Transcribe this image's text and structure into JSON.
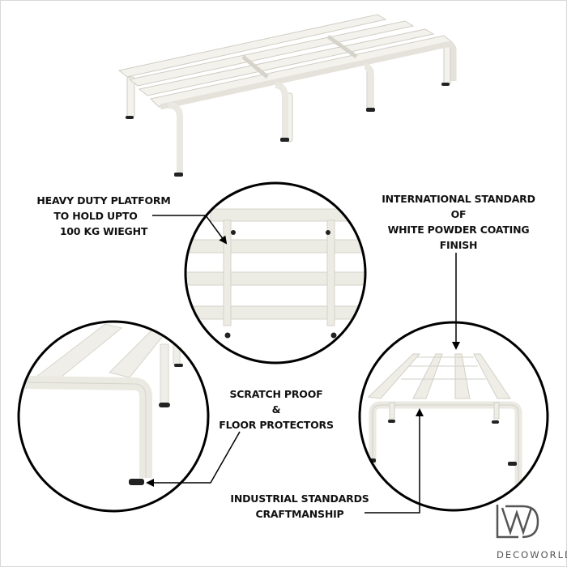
{
  "product": {
    "name": "White powder-coated heavy duty platform rack",
    "finish_color": "#f2f1ea"
  },
  "callouts": {
    "platform": [
      "HEAVY DUTY PLATFORM",
      "TO HOLD UPTO",
      "100 KG WIEGHT"
    ],
    "coating": [
      "INTERNATIONAL STANDARD",
      "OF",
      "WHITE POWDER COATING",
      "FINISH"
    ],
    "protectors": [
      "SCRATCH PROOF",
      "&",
      "FLOOR PROTECTORS"
    ],
    "craftsmanship": [
      "INDUSTRIAL STANDARDS",
      "CRAFTMANSHIP"
    ]
  },
  "brand": {
    "monogram": "DW",
    "name": "DECOWORLD",
    "color": "#555555"
  },
  "colors": {
    "outline": "#000000",
    "text": "#111111",
    "foot": "#222222"
  }
}
